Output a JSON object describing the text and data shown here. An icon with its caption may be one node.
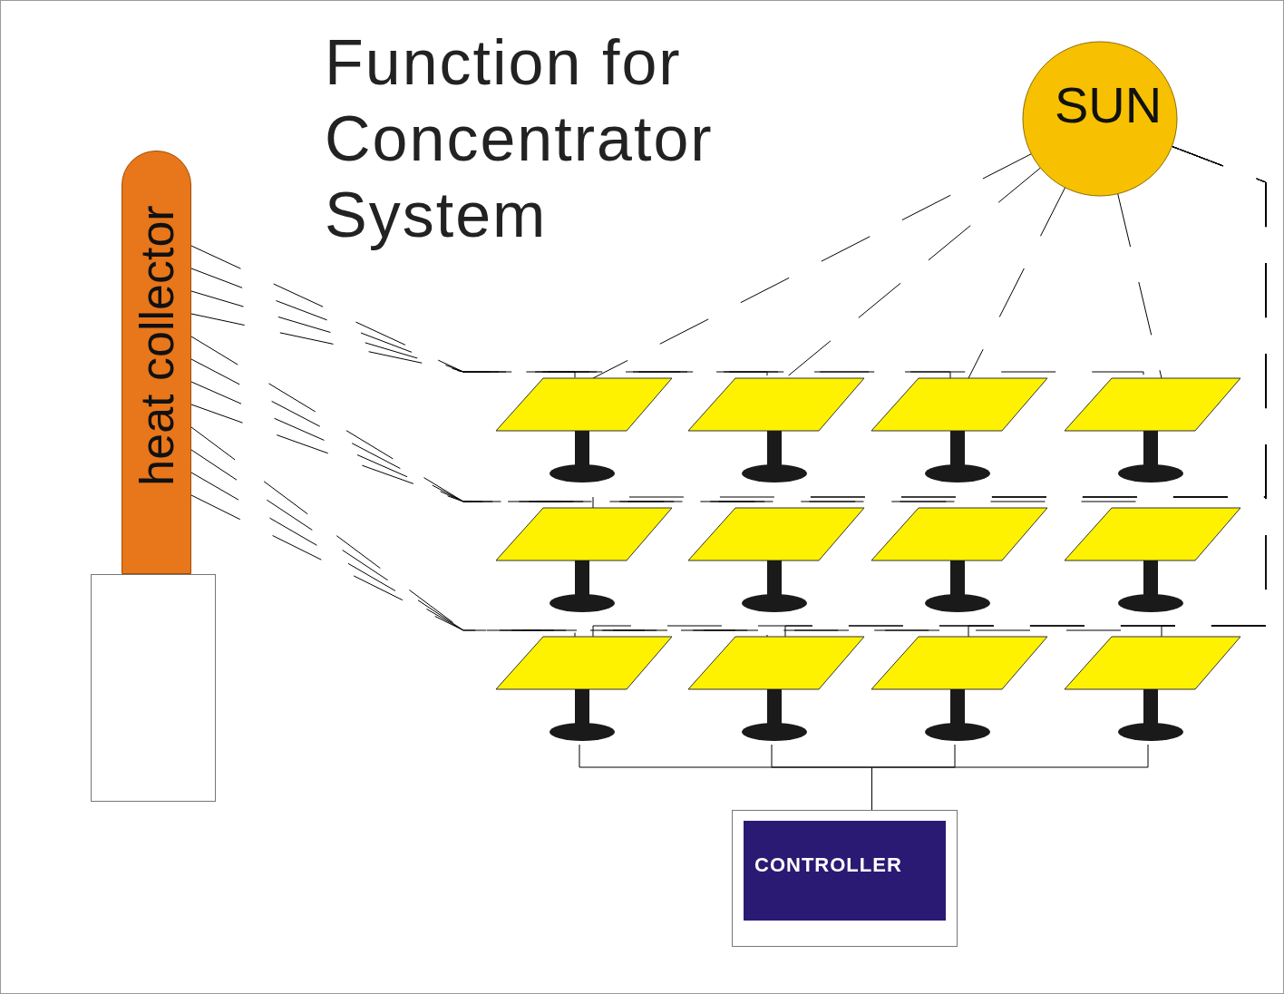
{
  "diagram": {
    "title": "Function for Concentrator System",
    "nodes": [
      {
        "text": [
          "SUN"
        ]
      },
      {
        "text": [
          "heat collector"
        ]
      },
      {
        "text": [],
        "shape": "picture"
      },
      {
        "text": [],
        "shape": "picture"
      },
      {
        "text": [],
        "shape": "picture"
      },
      {
        "text": [],
        "shape": "picture"
      },
      {
        "text": [],
        "shape": "picture"
      },
      {
        "text": [],
        "shape": "picture"
      },
      {
        "text": [],
        "shape": "picture"
      },
      {
        "text": [],
        "shape": "picture"
      },
      {
        "text": [],
        "shape": "picture"
      },
      {
        "text": [],
        "shape": "picture"
      },
      {
        "text": [],
        "shape": "picture"
      },
      {
        "text": [],
        "shape": "picture"
      },
      {
        "text": [
          "CONTROLLER"
        ]
      }
    ],
    "edges": [
      {
        "from": 0,
        "to": 2,
        "arrow": "none",
        "style": "dashed"
      },
      {
        "from": 0,
        "to": 3,
        "arrow": "none",
        "style": "dashed"
      },
      {
        "from": 0,
        "to": 4,
        "arrow": "none",
        "style": "dashed"
      },
      {
        "from": 0,
        "to": 5,
        "arrow": "none",
        "style": "dashed"
      },
      {
        "from": 0,
        "to": 6,
        "arrow": "none",
        "style": "dashed"
      },
      {
        "from": 0,
        "to": 7,
        "arrow": "none",
        "style": "dashed"
      },
      {
        "from": 0,
        "to": 8,
        "arrow": "none",
        "style": "dashed"
      },
      {
        "from": 0,
        "to": 9,
        "arrow": "none",
        "style": "dashed"
      },
      {
        "from": 0,
        "to": 10,
        "arrow": "none",
        "style": "dashed"
      },
      {
        "from": 0,
        "to": 11,
        "arrow": "none",
        "style": "dashed"
      },
      {
        "from": 0,
        "to": 12,
        "arrow": "none",
        "style": "dashed"
      },
      {
        "from": 0,
        "to": 13,
        "arrow": "none",
        "style": "dashed"
      },
      {
        "from": 2,
        "to": 1,
        "arrow": "none",
        "style": "dashed"
      },
      {
        "from": 3,
        "to": 1,
        "arrow": "none",
        "style": "dashed"
      },
      {
        "from": 4,
        "to": 1,
        "arrow": "none",
        "style": "dashed"
      },
      {
        "from": 5,
        "to": 1,
        "arrow": "none",
        "style": "dashed"
      },
      {
        "from": 6,
        "to": 1,
        "arrow": "none",
        "style": "dashed"
      },
      {
        "from": 7,
        "to": 1,
        "arrow": "none",
        "style": "dashed"
      },
      {
        "from": 8,
        "to": 1,
        "arrow": "none",
        "style": "dashed"
      },
      {
        "from": 9,
        "to": 1,
        "arrow": "none",
        "style": "dashed"
      },
      {
        "from": 10,
        "to": 1,
        "arrow": "none",
        "style": "dashed"
      },
      {
        "from": 11,
        "to": 1,
        "arrow": "none",
        "style": "dashed"
      },
      {
        "from": 12,
        "to": 1,
        "arrow": "none",
        "style": "dashed"
      },
      {
        "from": 13,
        "to": 1,
        "arrow": "none",
        "style": "dashed"
      },
      {
        "from": 10,
        "to": 14,
        "arrow": "none"
      },
      {
        "from": 11,
        "to": 14,
        "arrow": "none"
      },
      {
        "from": 12,
        "to": 14,
        "arrow": "none"
      },
      {
        "from": 13,
        "to": 14,
        "arrow": "none"
      }
    ]
  }
}
